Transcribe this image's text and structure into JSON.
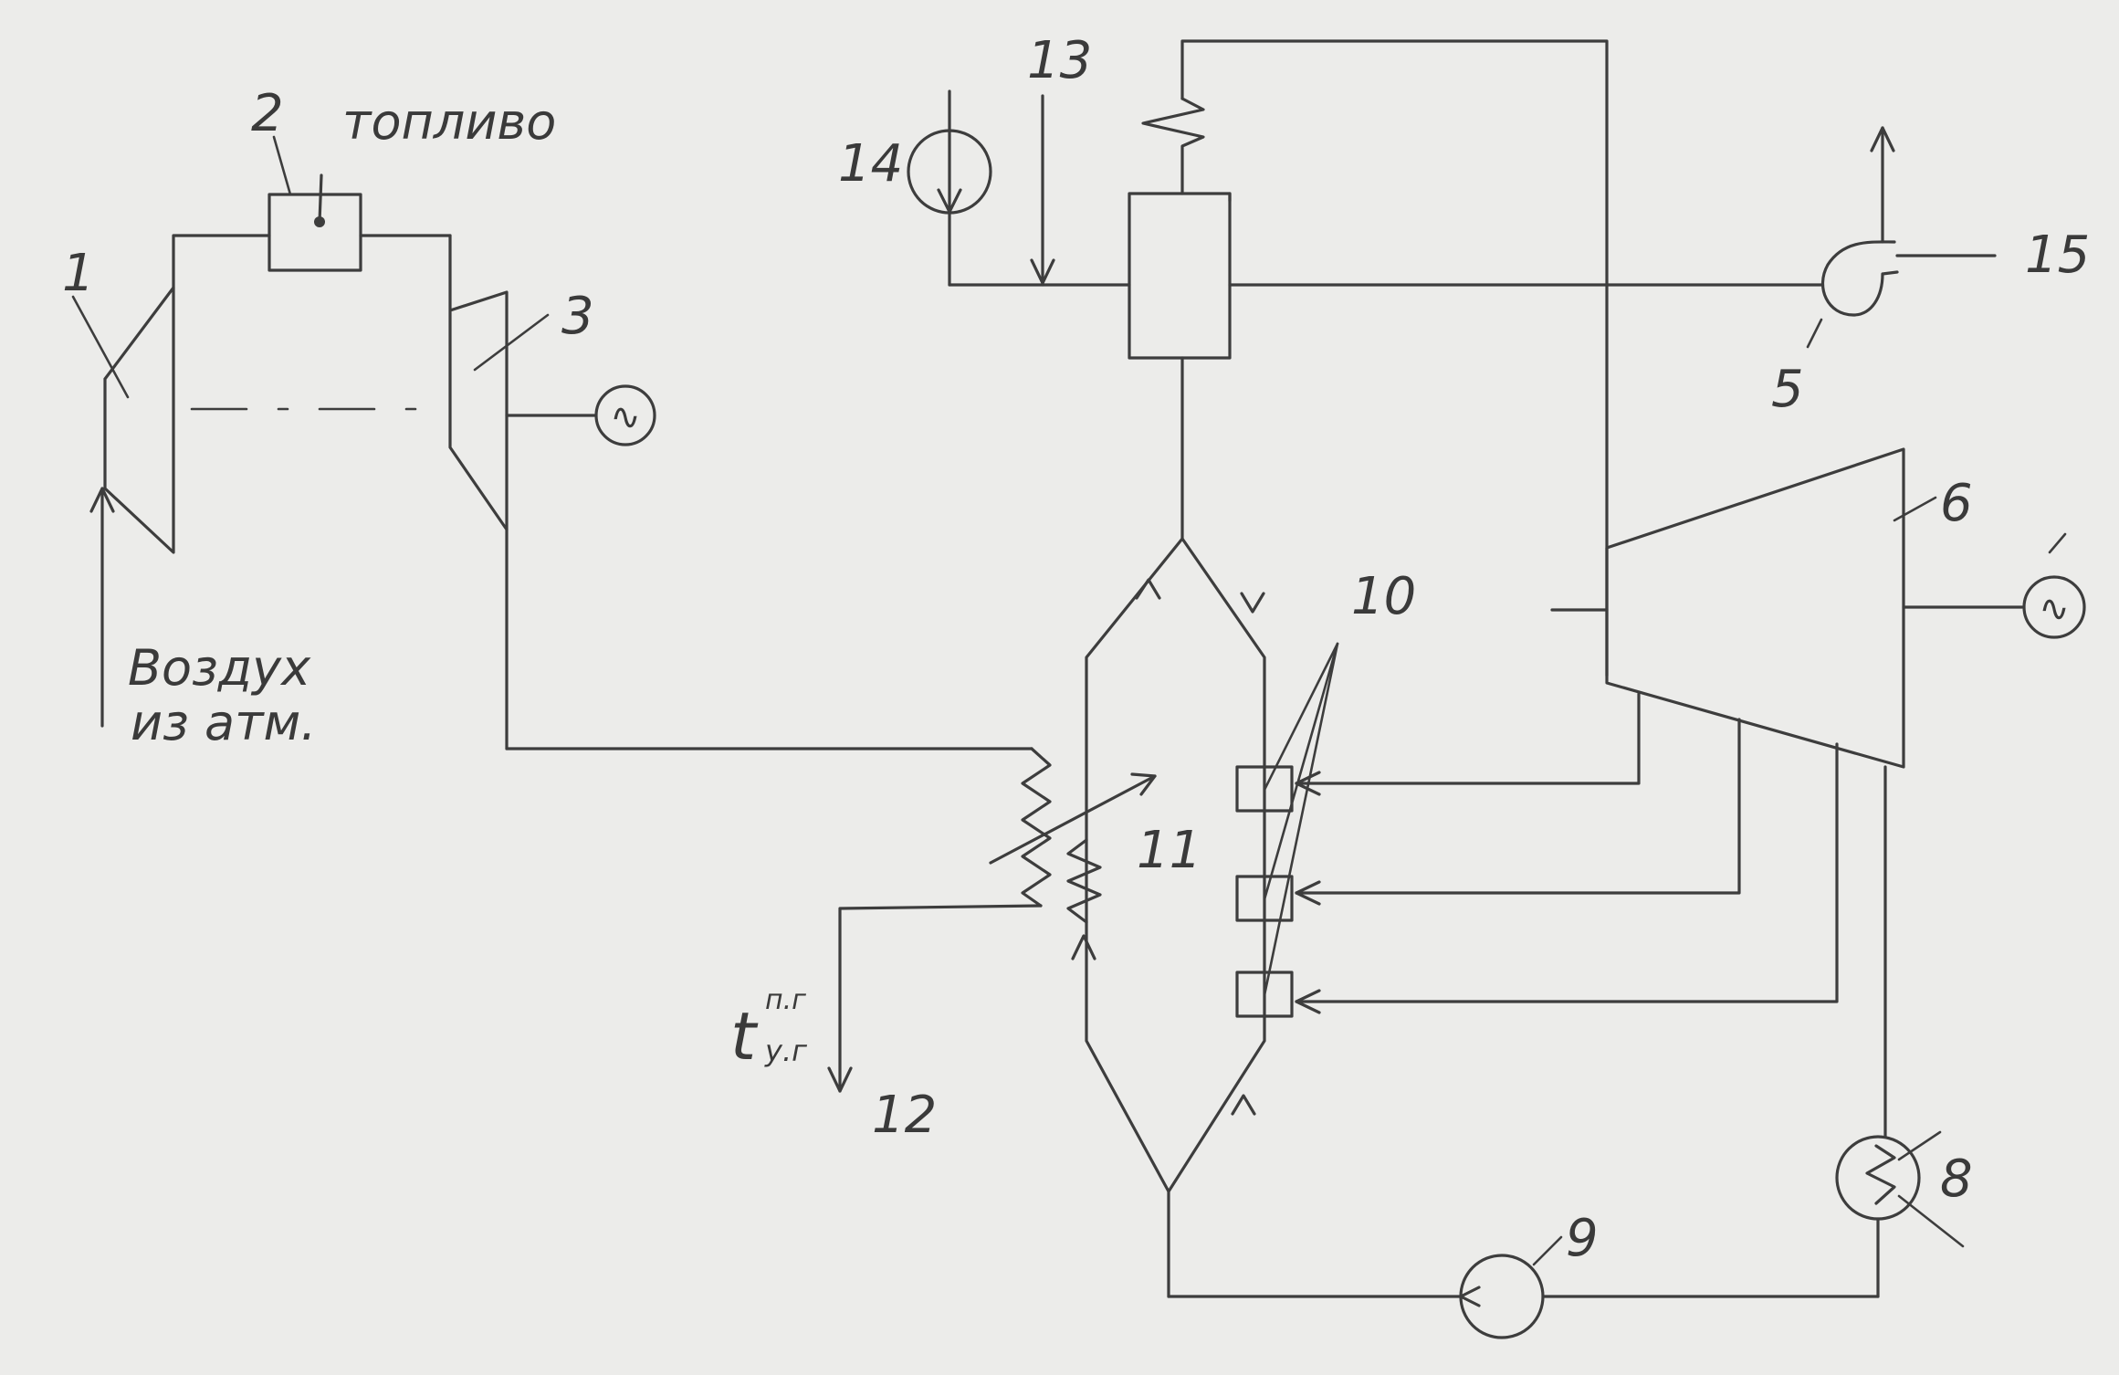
{
  "labels": {
    "l1": "1",
    "l2": "2",
    "l3": "3",
    "l5": "5",
    "l6": "6",
    "l8": "8",
    "l9": "9",
    "l10": "10",
    "l11": "11",
    "l12": "12",
    "l13": "13",
    "l14": "14",
    "l15": "15"
  },
  "text": {
    "fuel": "топливо",
    "air_line1": "Воздух",
    "air_line2": "из атм.",
    "temp_base": "t",
    "temp_sup": "п.г",
    "temp_sub": "у.г"
  },
  "icons": {
    "generator_symbol": "∿"
  },
  "colors": {
    "paper": "#ececea",
    "ink": "#3d3d3d"
  }
}
